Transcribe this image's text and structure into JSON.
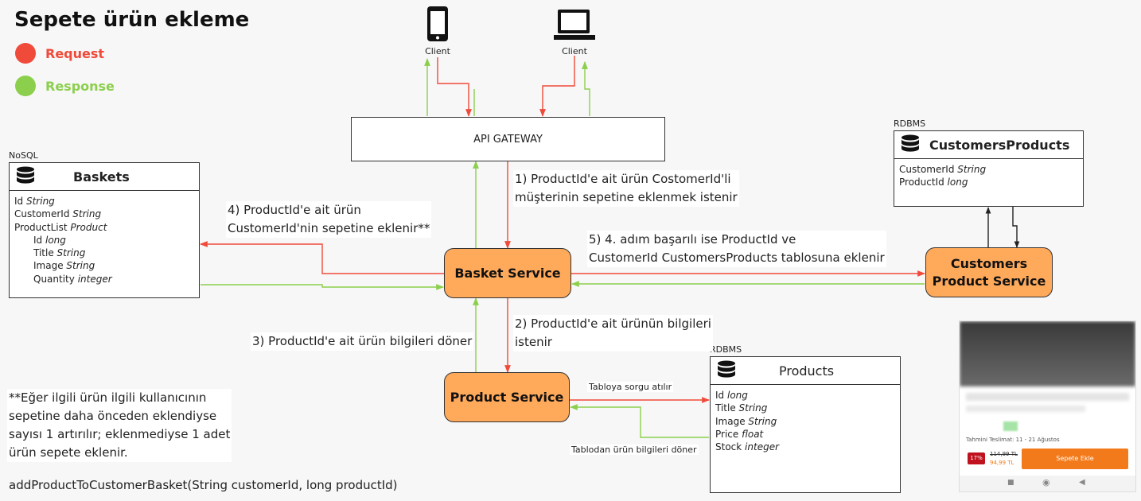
{
  "title": "Sepete ürün ekleme",
  "legend": {
    "request": {
      "label": "Request",
      "color": "#f04a3a"
    },
    "response": {
      "label": "Response",
      "color": "#8ccf4d"
    }
  },
  "clients": [
    {
      "label": "Client",
      "icon": "mobile-phone-icon"
    },
    {
      "label": "Client",
      "icon": "laptop-icon"
    }
  ],
  "gateway": {
    "label": "API GATEWAY"
  },
  "services": {
    "basket": "Basket Service",
    "product": "Product Service",
    "customers_line1": "Customers",
    "customers_line2": "Product Service"
  },
  "baskets_db": {
    "tag": "NoSQL",
    "name": "Baskets",
    "icon": "database-icon",
    "fields": [
      {
        "name": "Id",
        "type": "String"
      },
      {
        "name": "CustomerId",
        "type": "String"
      },
      {
        "name": "ProductList",
        "type": "Product"
      },
      {
        "name": "Id",
        "type": "long"
      },
      {
        "name": "Title",
        "type": "String"
      },
      {
        "name": "Image",
        "type": "String"
      },
      {
        "name": "Quantity",
        "type": "integer"
      }
    ]
  },
  "customers_db": {
    "tag": "RDBMS",
    "name": "CustomersProducts",
    "icon": "database-icon",
    "fields": [
      {
        "name": "CustomerId",
        "type": "String"
      },
      {
        "name": "ProductId",
        "type": "long"
      }
    ]
  },
  "products_db": {
    "tag": "RDBMS",
    "name": "Products",
    "icon": "database-icon",
    "fields": [
      {
        "name": "Id",
        "type": "long"
      },
      {
        "name": "Title",
        "type": "String"
      },
      {
        "name": "Image",
        "type": "String"
      },
      {
        "name": "Price",
        "type": "float"
      },
      {
        "name": "Stock",
        "type": "integer"
      }
    ]
  },
  "steps": {
    "s1_line1": "1) ProductId'e ait ürün CostomerId'li",
    "s1_line2": "müşterinin sepetine eklenmek istenir",
    "s2_line1": "2) ProductId'e ait ürünün bilgileri",
    "s2_line2": "istenir",
    "s3": "3) ProductId'e ait ürün bilgileri döner",
    "s4_line1": "4) ProductId'e ait ürün",
    "s4_line2": "CustomerId'nin sepetine eklenir**",
    "s5_line1": "5) 4. adım başarılı ise ProductId ve",
    "s5_line2": "CustomerId CustomersProducts tablosuna eklenir",
    "query": "Tabloya sorgu atılır",
    "query_response": "Tablodan ürün bilgileri döner"
  },
  "footnote": {
    "line1": "**Eğer ilgili ürün ilgili kullanıcının",
    "line2": "sepetine daha önceden eklendiyse",
    "line3": "sayısı 1 artırılır; eklenmediyse 1 adet",
    "line4": "ürün sepete eklenir.",
    "signature": "addProductToCustomerBasket(String customerId, long productId)"
  },
  "screenshot": {
    "delivery": "Tahmini Teslimat: 11 - 21 Ağustos",
    "discount": "17%",
    "old_price": "114,99 TL",
    "new_price": "94,99 TL",
    "add_button": "Sepete Ekle"
  }
}
